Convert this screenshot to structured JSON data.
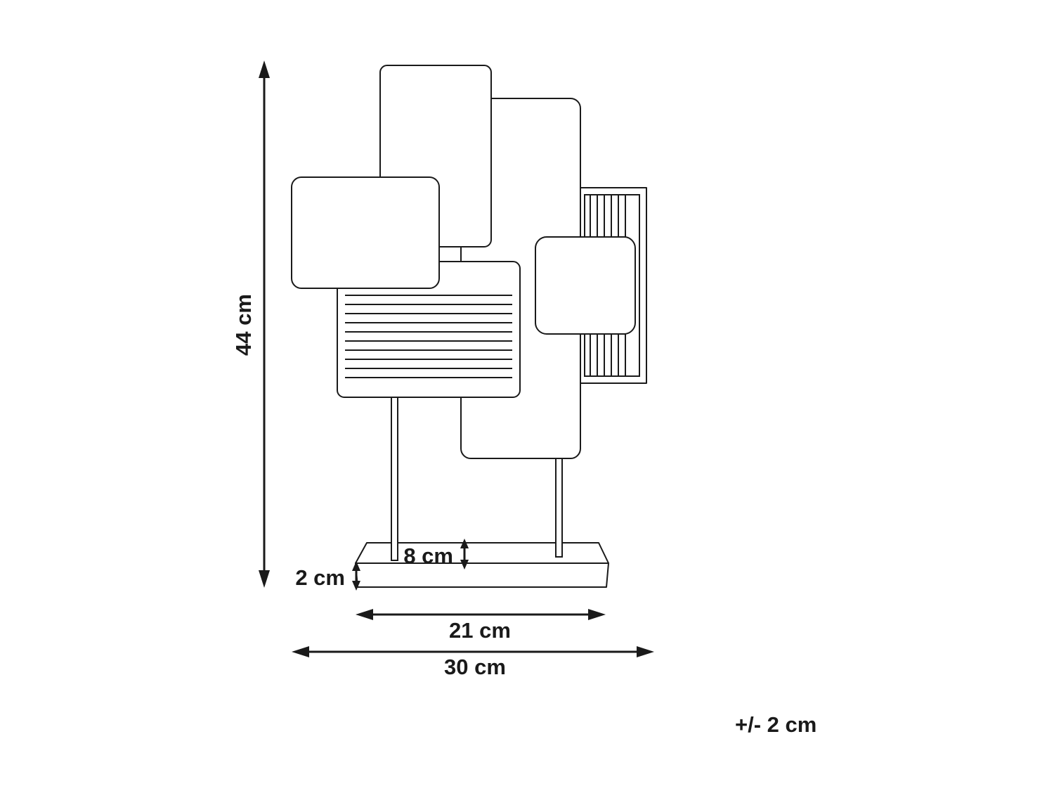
{
  "page": {
    "background_color": "#ffffff",
    "line_color": "#1a1a1a"
  },
  "dimensions": {
    "height_label": "44 cm",
    "base_depth_label": "8 cm",
    "base_thickness_label": "2 cm",
    "base_length_label": "21 cm",
    "overall_width_label": "30 cm",
    "tolerance_label": "+/- 2 cm"
  }
}
